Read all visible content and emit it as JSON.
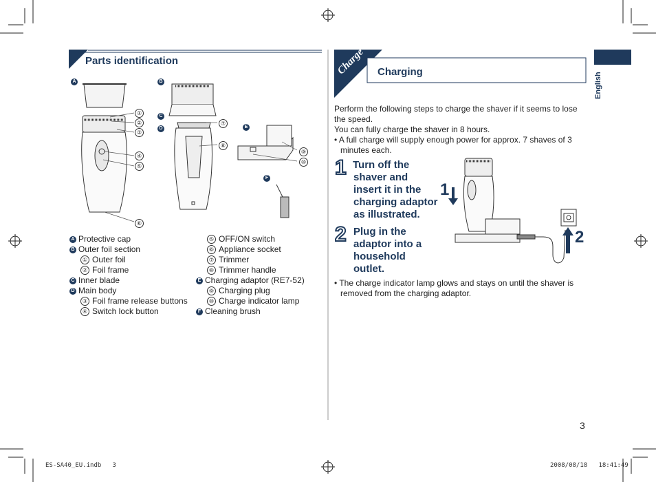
{
  "left": {
    "heading": "Parts identification",
    "badges": {
      "A": "A",
      "B": "B",
      "C": "C",
      "D": "D",
      "E": "E",
      "F": "F"
    },
    "callouts": [
      "①",
      "②",
      "③",
      "④",
      "⑤",
      "⑥",
      "⑦",
      "⑧",
      "⑨",
      "⑩"
    ],
    "parts_col1": [
      {
        "badge": "A",
        "label": "Protective cap"
      },
      {
        "badge": "B",
        "label": "Outer foil section"
      },
      {
        "num": "①",
        "label": "Outer foil"
      },
      {
        "num": "②",
        "label": "Foil frame"
      },
      {
        "badge": "C",
        "label": "Inner blade"
      },
      {
        "badge": "D",
        "label": "Main body"
      },
      {
        "num": "③",
        "label": "Foil frame release buttons"
      },
      {
        "num": "④",
        "label": "Switch lock button"
      }
    ],
    "parts_col2": [
      {
        "num": "⑤",
        "label": "OFF/ON switch"
      },
      {
        "num": "⑥",
        "label": "Appliance socket"
      },
      {
        "num": "⑦",
        "label": "Trimmer"
      },
      {
        "num": "⑧",
        "label": "Trimmer handle"
      },
      {
        "badge": "E",
        "label": "Charging adaptor (RE7-52)"
      },
      {
        "num": "⑨",
        "label": "Charging plug"
      },
      {
        "num": "⑩",
        "label": "Charge indicator lamp"
      },
      {
        "badge": "F",
        "label": "Cleaning brush"
      }
    ]
  },
  "right": {
    "tab_label": "Charge",
    "heading": "Charging",
    "intro_1": "Perform the following steps to charge the shaver if it seems to lose",
    "intro_1b": "the speed.",
    "intro_2": "You can fully charge the shaver in 8 hours.",
    "bullet_1a": "• A full charge will supply enough power for approx. 7 shaves of 3",
    "bullet_1b": "minutes each.",
    "step1_num": "1",
    "step1_lines": [
      "Turn off the",
      "shaver and",
      "insert it in the",
      "charging adaptor",
      "as illustrated."
    ],
    "step2_num": "2",
    "step2_lines": [
      "Plug in the",
      "adaptor into a",
      "household",
      "outlet."
    ],
    "fig_label_1": "1",
    "fig_label_2": "2",
    "bullet_2a": "• The charge indicator lamp glows and stays on until the shaver is",
    "bullet_2b": "removed from the charging adaptor."
  },
  "side_tab": "English",
  "page_number": "3",
  "footer_left": "ES-SA40_EU.indb   3",
  "footer_right": "2008/08/18   18:41:49"
}
